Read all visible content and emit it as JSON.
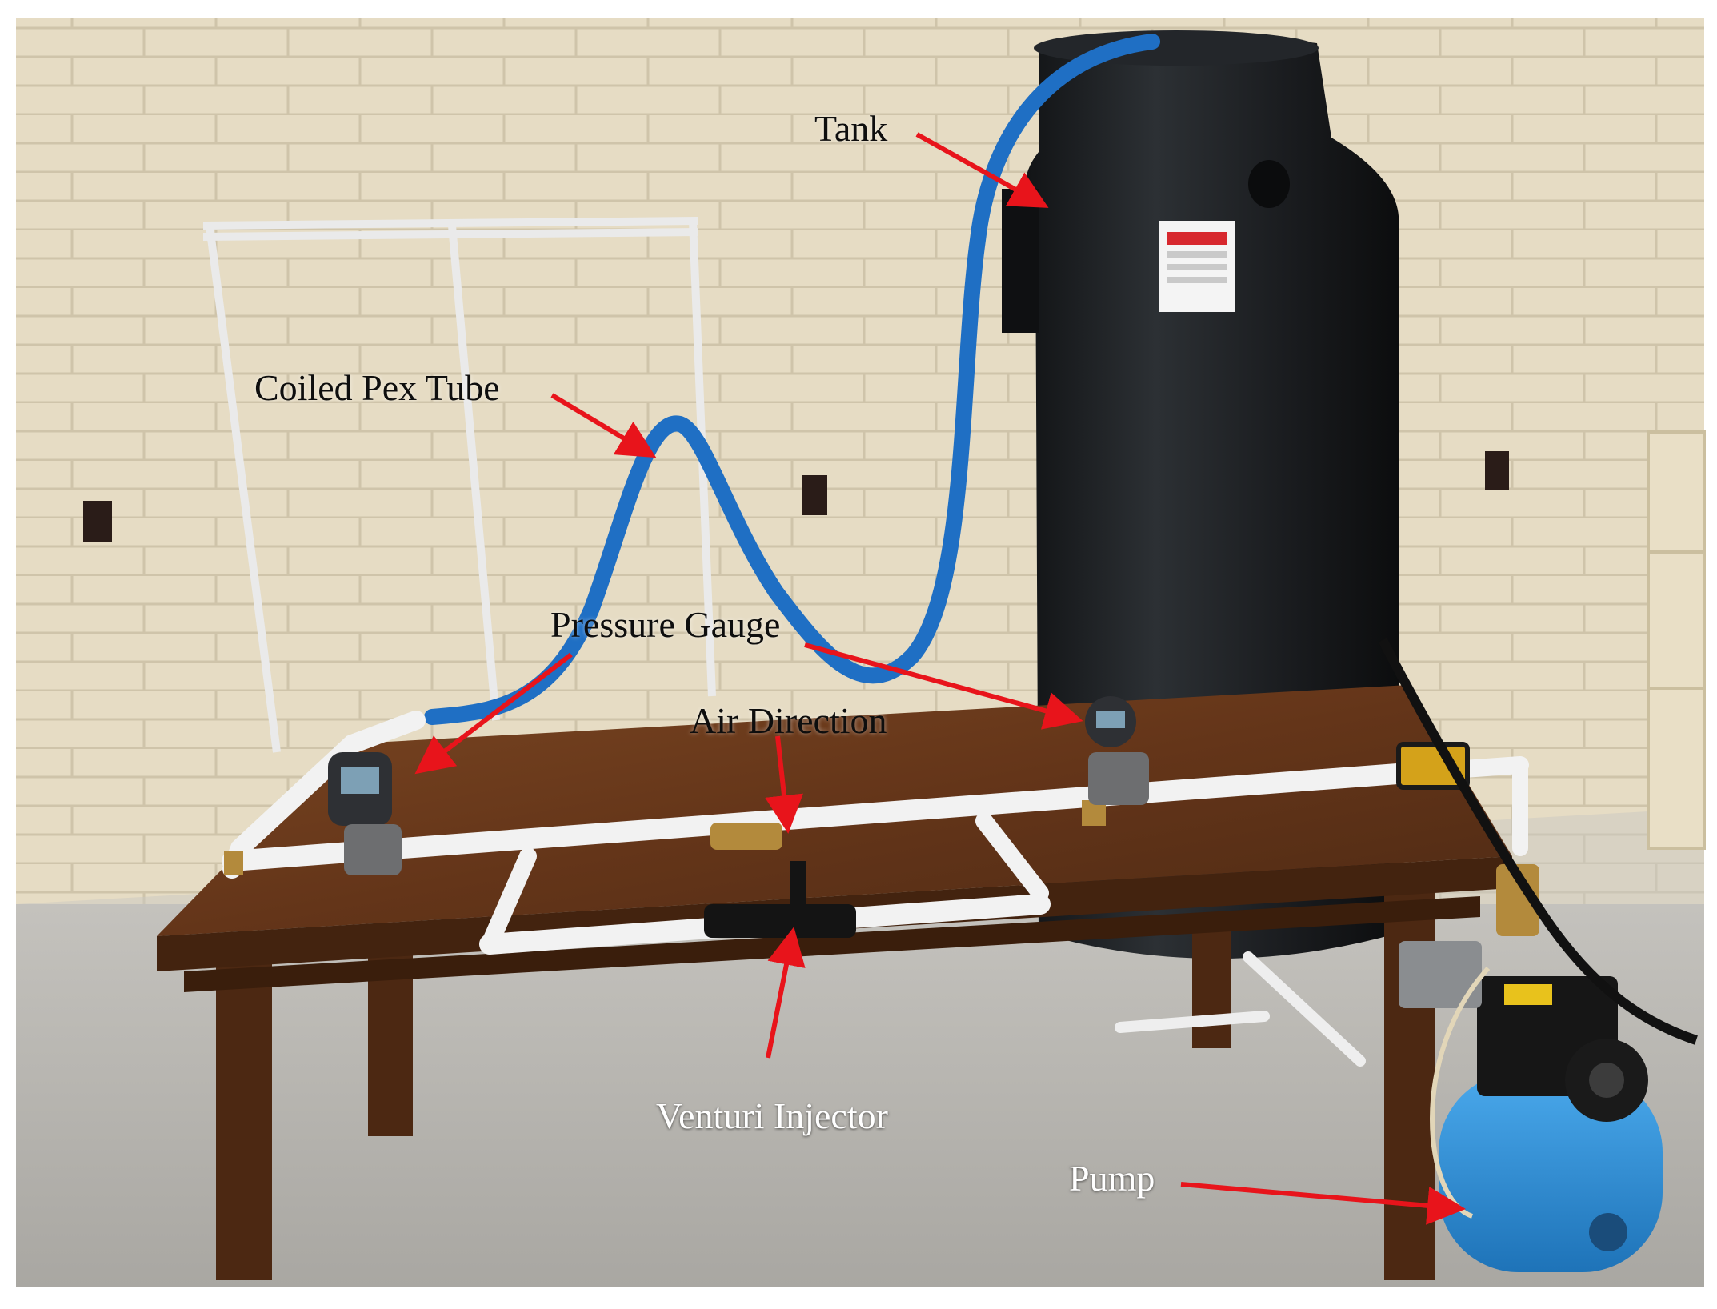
{
  "labels": {
    "tank": "Tank",
    "coiled_pex_tube": "Coiled Pex Tube",
    "pressure_gauge": "Pressure Gauge",
    "air_direction": "Air Direction",
    "venturi_injector": "Venturi Injector",
    "pump": "Pump"
  },
  "colors": {
    "arrow": "#e8141b",
    "pex_tube": "#1f6fc4",
    "tank": "#1c1f22",
    "wall": "#e6dcc4",
    "floor": "#b9b7b2",
    "table_top": "#6b3b1d",
    "pipe": "#f2f2f2",
    "pump": "#2b8fd6"
  }
}
